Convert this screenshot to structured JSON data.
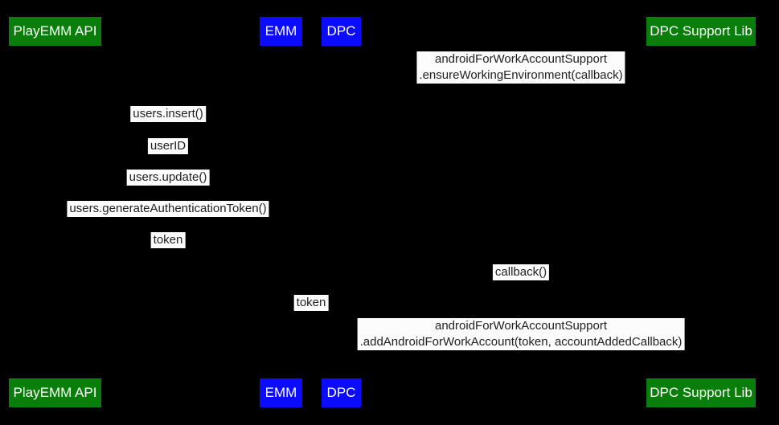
{
  "colors": {
    "background": "#000000",
    "actor_green": "#0a7e0a",
    "actor_blue": "#0b0bff",
    "actor_text": "#ffffff",
    "label_bg": "#fcfcfc",
    "label_text": "#212121"
  },
  "actors": {
    "playemm_api": "PlayEMM API",
    "emm": "EMM",
    "dpc": "DPC",
    "dpc_support_lib": "DPC Support Lib"
  },
  "messages": {
    "ensure_working_environment": {
      "line1": "androidForWorkAccountSupport",
      "line2": ".ensureWorkingEnvironment(callback)"
    },
    "users_insert": "users.insert()",
    "user_id": "userID",
    "users_update": "users.update()",
    "users_generate_authentication_token": "users.generateAuthenticationToken()",
    "token_return": "token",
    "callback": "callback()",
    "token_forward": "token",
    "add_android_for_work_account": {
      "line1": "androidForWorkAccountSupport",
      "line2": ".addAndroidForWorkAccount(token, accountAddedCallback)"
    }
  }
}
